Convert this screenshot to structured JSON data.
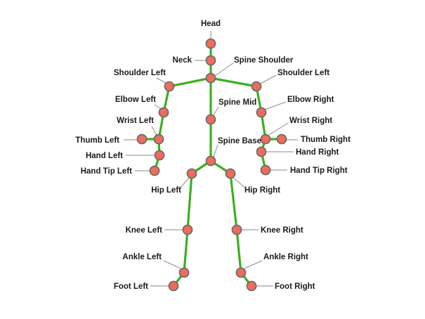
{
  "colors": {
    "bone": "#3cb01e",
    "joint_fill": "#ef6b5b",
    "joint_stroke": "#6d6d6d",
    "leader": "#8a8a8a"
  },
  "joints": [
    {
      "id": "head",
      "label": "Head"
    },
    {
      "id": "neck",
      "label": "Neck"
    },
    {
      "id": "spine-shoulder",
      "label": "Spine Shoulder"
    },
    {
      "id": "shoulder-left",
      "label": "Shoulder Left"
    },
    {
      "id": "shoulder-right",
      "label": "Shoulder Left"
    },
    {
      "id": "elbow-left",
      "label": "Elbow Left"
    },
    {
      "id": "elbow-right",
      "label": "Elbow Right"
    },
    {
      "id": "spine-mid",
      "label": "Spine Mid"
    },
    {
      "id": "wrist-left",
      "label": "Wrist Left"
    },
    {
      "id": "wrist-right",
      "label": "Wrist Right"
    },
    {
      "id": "thumb-left",
      "label": "Thumb Left"
    },
    {
      "id": "thumb-right",
      "label": "Thumb Right"
    },
    {
      "id": "spine-base",
      "label": "Spine Base"
    },
    {
      "id": "hand-left",
      "label": "Hand Left"
    },
    {
      "id": "hand-right",
      "label": "Hand Right"
    },
    {
      "id": "hand-tip-left",
      "label": "Hand Tip Left"
    },
    {
      "id": "hand-tip-right",
      "label": "Hand Tip Right"
    },
    {
      "id": "hip-left",
      "label": "Hip Left"
    },
    {
      "id": "hip-right",
      "label": "Hip Right"
    },
    {
      "id": "knee-left",
      "label": "Knee Left"
    },
    {
      "id": "knee-right",
      "label": "Knee Right"
    },
    {
      "id": "ankle-left",
      "label": "Ankle Left"
    },
    {
      "id": "ankle-right",
      "label": "Ankle Right"
    },
    {
      "id": "foot-left",
      "label": "Foot Left"
    },
    {
      "id": "foot-right",
      "label": "Foot Right"
    }
  ],
  "bones": [
    [
      "head",
      "neck"
    ],
    [
      "neck",
      "spine-shoulder"
    ],
    [
      "spine-shoulder",
      "shoulder-left"
    ],
    [
      "spine-shoulder",
      "shoulder-right"
    ],
    [
      "shoulder-left",
      "elbow-left"
    ],
    [
      "elbow-left",
      "wrist-left"
    ],
    [
      "wrist-left",
      "hand-left"
    ],
    [
      "hand-left",
      "hand-tip-left"
    ],
    [
      "wrist-left",
      "thumb-left"
    ],
    [
      "shoulder-right",
      "elbow-right"
    ],
    [
      "elbow-right",
      "wrist-right"
    ],
    [
      "wrist-right",
      "hand-right"
    ],
    [
      "hand-right",
      "hand-tip-right"
    ],
    [
      "wrist-right",
      "thumb-right"
    ],
    [
      "spine-shoulder",
      "spine-mid"
    ],
    [
      "spine-mid",
      "spine-base"
    ],
    [
      "spine-base",
      "hip-left"
    ],
    [
      "spine-base",
      "hip-right"
    ],
    [
      "hip-left",
      "knee-left"
    ],
    [
      "knee-left",
      "ankle-left"
    ],
    [
      "ankle-left",
      "foot-left"
    ],
    [
      "hip-right",
      "knee-right"
    ],
    [
      "knee-right",
      "ankle-right"
    ],
    [
      "ankle-right",
      "foot-right"
    ]
  ]
}
